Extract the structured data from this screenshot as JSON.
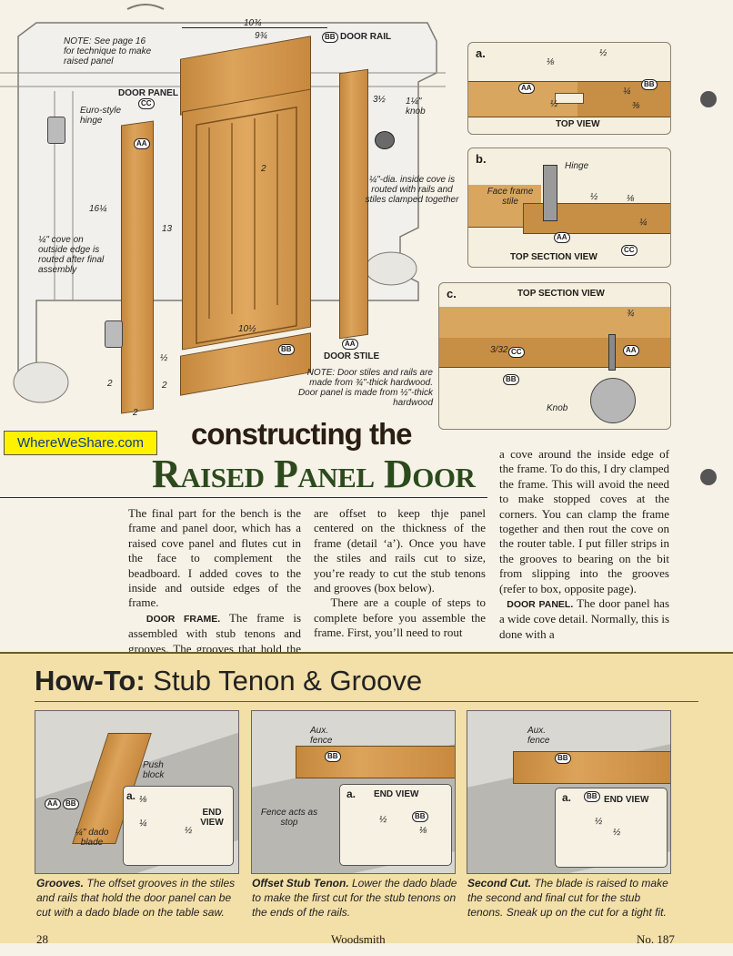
{
  "watermark": "WhereWeShare.com",
  "diagram": {
    "note_top": "NOTE: See page 16 for technique to make raised panel",
    "dim_1034": "10¾",
    "dim_934": "9¾",
    "door_rail": "DOOR RAIL",
    "door_panel": "DOOR PANEL",
    "euro_hinge": "Euro-style hinge",
    "dim_312": "3½",
    "knob_size": "1¼\" knob",
    "dim_2": "2",
    "dim_1614": "16¼",
    "dim_13": "13",
    "cove_outside": "¼\" cove on outside edge is routed after final assembly",
    "inside_cove": "¼\"-dia. inside cove is routed with rails and stiles clamped together",
    "dim_1012": "10½",
    "door_stile": "DOOR STILE",
    "dim_half": "½",
    "dim_2b": "2",
    "dim_2c": "2",
    "dim_2d": "2",
    "note_bottom": "NOTE: Door stiles and rails are made from ¾\"-thick hardwood. Door panel is made from ½\"-thick hardwood",
    "badge_aa": "AA",
    "badge_bb": "BB",
    "badge_cc": "CC"
  },
  "inset_a": {
    "letter": "a.",
    "title": "TOP VIEW",
    "d1": "⅛",
    "d2": "½",
    "d3": "½",
    "d4": "¼",
    "d5": "⅜"
  },
  "inset_b": {
    "letter": "b.",
    "title": "TOP SECTION VIEW",
    "hinge": "Hinge",
    "face_frame": "Face frame stile",
    "d1": "½",
    "d2": "⅛",
    "d3": "¼"
  },
  "inset_c": {
    "letter": "c.",
    "title": "TOP SECTION VIEW",
    "d1": "¾",
    "d2": "3/32",
    "knob": "Knob"
  },
  "headline": {
    "small": "constructing the",
    "big": "Raised Panel Door"
  },
  "article": {
    "col1": "The final part for the bench is the frame and panel door, which has a raised cove panel and flutes cut in the face to complement the beadboard. I added coves to the inside and outside edges of the frame.",
    "col1_runin": "DOOR FRAME.",
    "col1_b": "The frame is assembled with stub tenons and grooves. The grooves that hold the panel",
    "col2_a": "are offset to keep thje panel centered on the thickness of the frame (detail ‘a’). Once you have the stiles and rails cut to size, you’re ready to cut the stub tenons and grooves (box below).",
    "col2_b": "There are a couple of steps to complete before you assemble the frame. First, you’ll need to rout",
    "col3_a": "a cove around the inside edge of the frame. To do this, I dry clamped the frame. This will avoid the need to make stopped coves at the corners. You can clamp the frame together and then rout the cove on the router table. I put filler strips in the grooves to bearing on the bit from slipping into the grooves (refer to box, opposite page).",
    "col3_runin": "DOOR PANEL.",
    "col3_b": "The door panel has a wide cove detail. Normally, this is done with a"
  },
  "howto": {
    "title_bold": "How-To:",
    "title_rest": " Stub Tenon & Groove",
    "fig1": {
      "push_block": "Push block",
      "dado": "¼\" dado blade",
      "letter": "a.",
      "end_view": "END VIEW",
      "d1": "⅛",
      "d2": "¼",
      "d3": "½"
    },
    "fig2": {
      "aux": "Aux. fence",
      "fence_stop": "Fence acts as stop",
      "letter": "a.",
      "end_view": "END VIEW",
      "d1": "½",
      "d2": "⅛"
    },
    "fig3": {
      "aux": "Aux. fence",
      "letter": "a.",
      "end_view": "END VIEW",
      "d1": "½",
      "d2": "½"
    },
    "cap1_bold": "Grooves.",
    "cap1": " The offset grooves in the stiles and rails that hold the door panel can be cut with a dado blade on the table saw.",
    "cap2_bold": "Offset Stub Tenon.",
    "cap2": " Lower the dado blade to make the first cut for the stub tenons on the ends of the rails.",
    "cap3_bold": "Second Cut.",
    "cap3": " The blade is raised to make the second and final cut for the stub tenons. Sneak up on the cut for a tight fit."
  },
  "footer": {
    "page": "28",
    "magazine": "Woodsmith",
    "issue": "No. 187"
  }
}
